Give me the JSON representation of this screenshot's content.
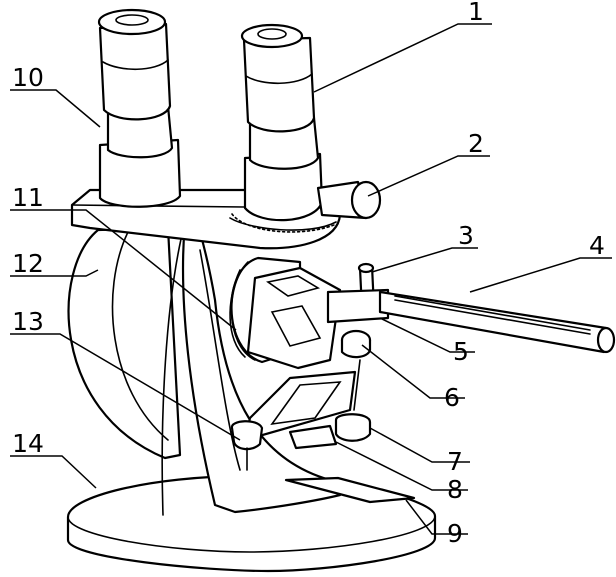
{
  "labels": [
    {
      "id": "1",
      "text": "1"
    },
    {
      "id": "2",
      "text": "2"
    },
    {
      "id": "3",
      "text": "3"
    },
    {
      "id": "4",
      "text": "4"
    },
    {
      "id": "5",
      "text": "5"
    },
    {
      "id": "6",
      "text": "6"
    },
    {
      "id": "7",
      "text": "7"
    },
    {
      "id": "8",
      "text": "8"
    },
    {
      "id": "9",
      "text": "9"
    },
    {
      "id": "10",
      "text": "10"
    },
    {
      "id": "11",
      "text": "11"
    },
    {
      "id": "12",
      "text": "12"
    },
    {
      "id": "13",
      "text": "13"
    },
    {
      "id": "14",
      "text": "14"
    }
  ],
  "colors": {
    "ink": "#000000",
    "paper": "#ffffff"
  }
}
